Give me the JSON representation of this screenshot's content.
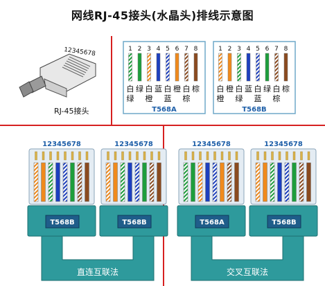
{
  "title": "网线RJ-45接头(水晶头)排线示意图",
  "plug": {
    "pin_text": "12345678",
    "caption": "RJ-45接头"
  },
  "colors": {
    "orange": "#f08a1c",
    "green": "#1d9e3c",
    "blue": "#1c3fbf",
    "brown": "#8a4a1f",
    "white": "#ffffff",
    "red_divider": "#d62020",
    "teal": "#2e9a9c",
    "label_blue": "#1e5fa8"
  },
  "pin_numbers": [
    "1",
    "2",
    "3",
    "4",
    "5",
    "6",
    "7",
    "8"
  ],
  "standards": [
    {
      "name": "T568A",
      "wires": [
        "white-green",
        "green",
        "white-orange",
        "blue",
        "white-blue",
        "orange",
        "white-brown",
        "brown"
      ],
      "labels_top": [
        "白",
        "绿",
        "白",
        "蓝",
        "白",
        "橙",
        "白",
        "棕"
      ],
      "labels_bottom": [
        "绿",
        "",
        "橙",
        "",
        "蓝",
        "",
        "棕",
        ""
      ]
    },
    {
      "name": "T568B",
      "wires": [
        "white-orange",
        "orange",
        "white-green",
        "blue",
        "white-blue",
        "green",
        "white-brown",
        "brown"
      ],
      "labels_top": [
        "白",
        "橙",
        "白",
        "蓝",
        "白",
        "绿",
        "白",
        "棕"
      ],
      "labels_bottom": [
        "橙",
        "",
        "绿",
        "",
        "蓝",
        "",
        "棕",
        ""
      ]
    }
  ],
  "cables": [
    {
      "caption": "直连互联法",
      "plug_pin_text": "12345678",
      "left_label": "T568B",
      "right_label": "T568B"
    },
    {
      "caption": "交叉互联法",
      "plug_pin_text": "12345678",
      "left_label": "T568A",
      "right_label": "T568B"
    }
  ]
}
